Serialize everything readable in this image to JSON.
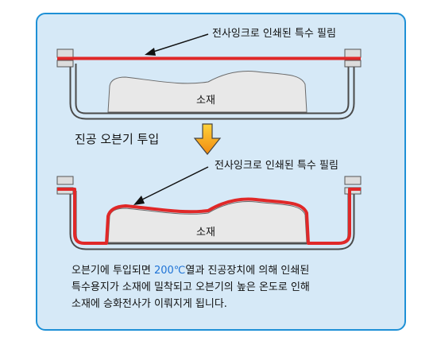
{
  "top_diagram": {
    "film_label": "전사잉크로 인쇄된 특수 필림",
    "material_label": "소재"
  },
  "step_label": "진공 오븐기 투입",
  "bottom_diagram": {
    "film_label": "전사잉크로 인쇄된 특수 필림",
    "material_label": "소재"
  },
  "caption": {
    "line1_part1": "오븐기에 투입되면 ",
    "line1_accent": "200℃",
    "line1_part2": "열과 진공장치에 의해 인쇄된",
    "line2": "특수용지가 소재에 밀착되고 오븐기의 높은 온도로 인해",
    "line3": "소재에 승화전사가 이뤄지게 됩니다."
  },
  "colors": {
    "panel_bg": "#d6e9f7",
    "panel_border": "#1e90d6",
    "film_red": "#e02828",
    "arrow_orange": "#f5a623",
    "accent_blue": "#1e73d6"
  }
}
